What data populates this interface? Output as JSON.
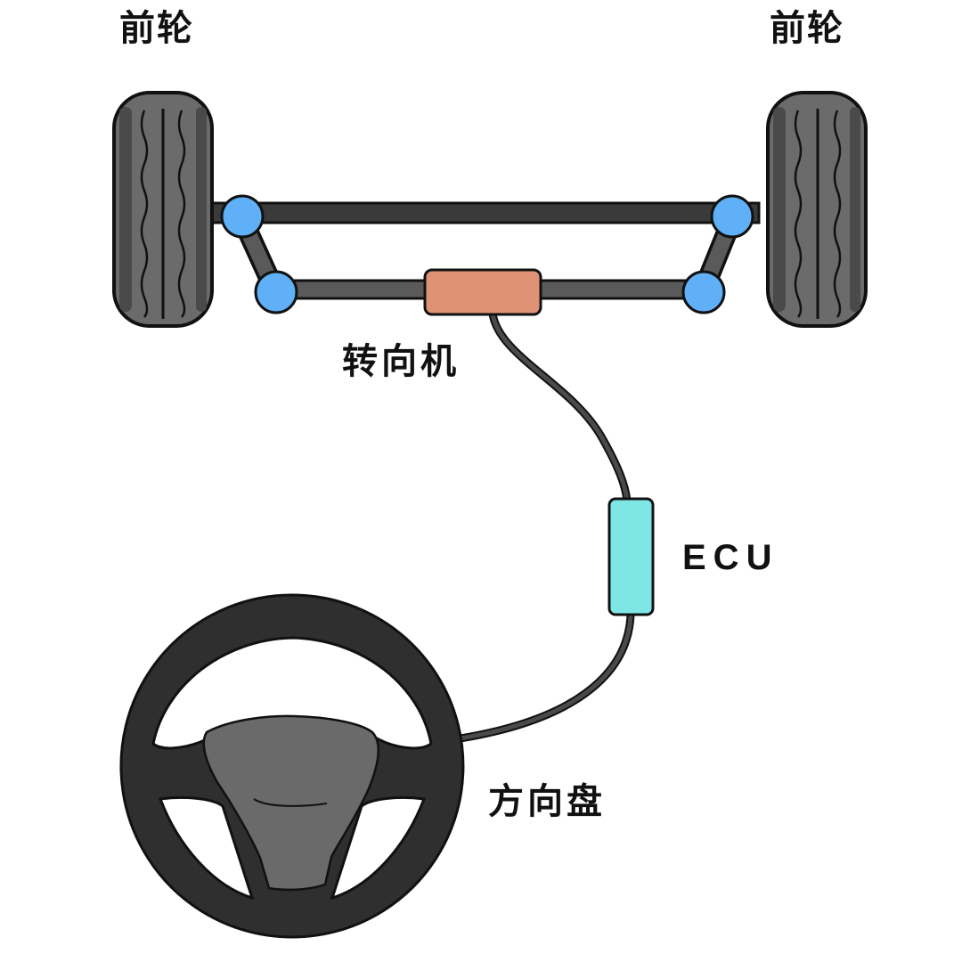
{
  "labels": {
    "front_wheel_left": "前轮",
    "front_wheel_right": "前轮",
    "steering_gear": "转向机",
    "ecu": "ECU",
    "steering_wheel": "方向盘"
  },
  "colors": {
    "tire": "#6b6b6b",
    "tire_dark": "#4a4a4a",
    "rod": "#3a3a3a",
    "link": "#5a5a5a",
    "joint": "#5fb0f7",
    "steering_gear": "#df9275",
    "ecu": "#7fe6e6",
    "wheel_rim": "#2f2f2f",
    "airbag": "#6a6a6a",
    "cable": "#4a4a4a",
    "outline": "#111111"
  }
}
